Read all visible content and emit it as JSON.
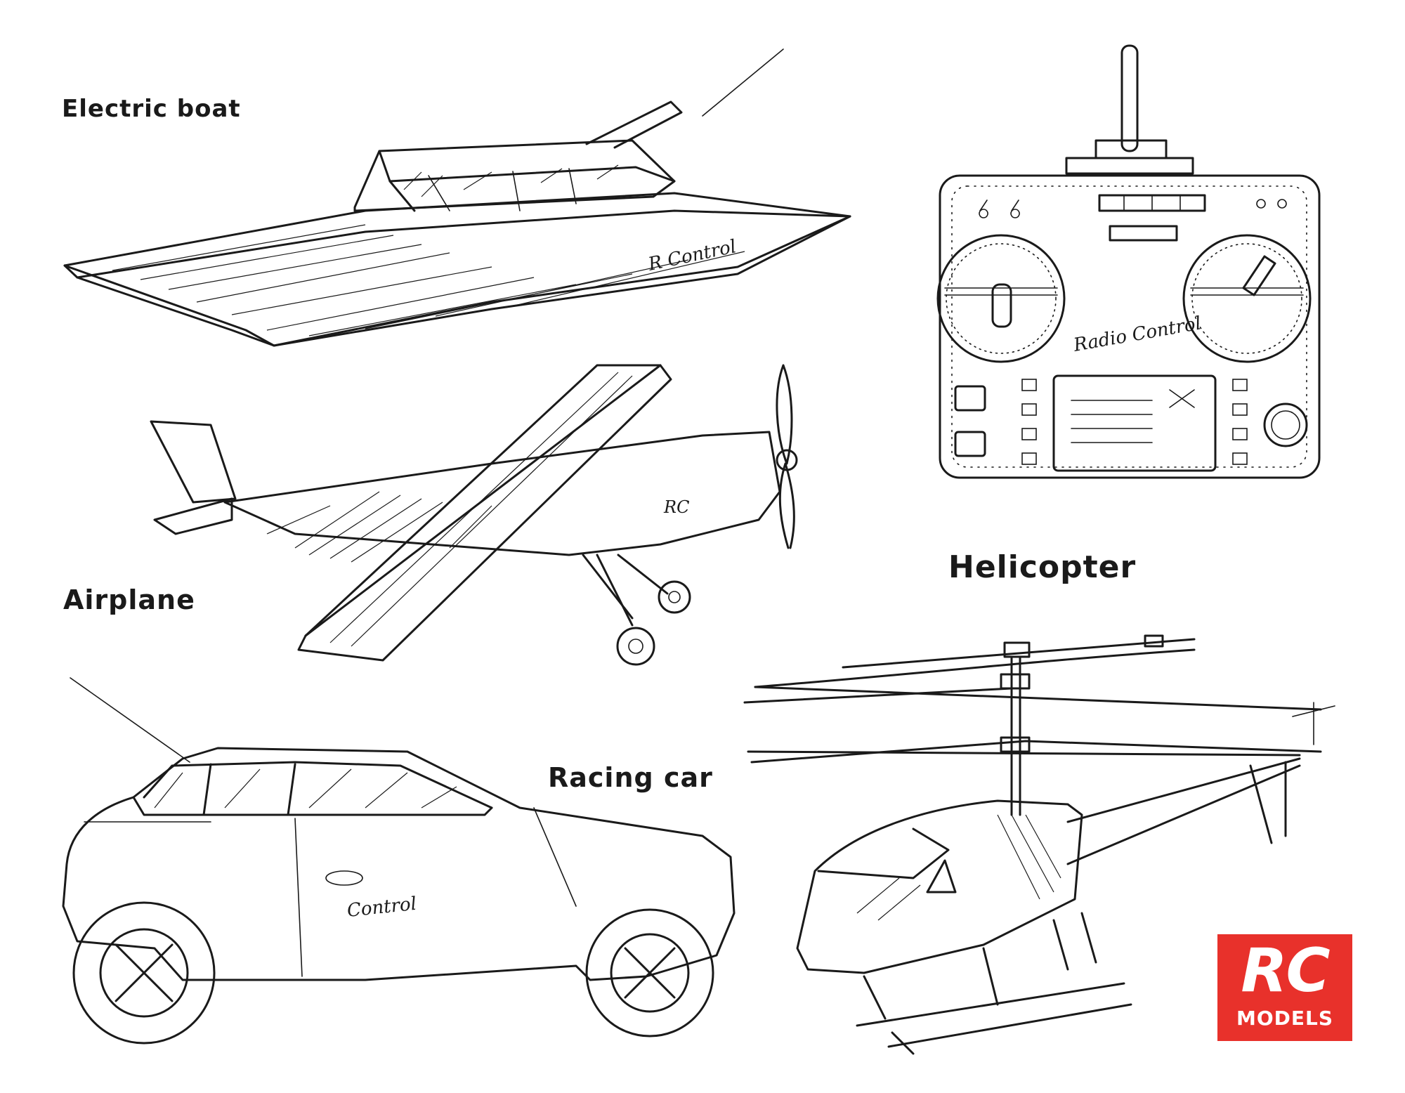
{
  "labels": {
    "boat": "Electric boat",
    "airplane": "Airplane",
    "helicopter": "Helicopter",
    "car": "Racing car"
  },
  "badge": {
    "title": "RC",
    "subtitle": "MODELS",
    "color": "#e8312b"
  },
  "handwritten": {
    "boat": "R Control",
    "remote": "Radio Control",
    "airplane": "RC",
    "car": "Control"
  },
  "icons": [
    "boat-icon",
    "remote-control-icon",
    "airplane-icon",
    "helicopter-icon",
    "car-icon"
  ]
}
